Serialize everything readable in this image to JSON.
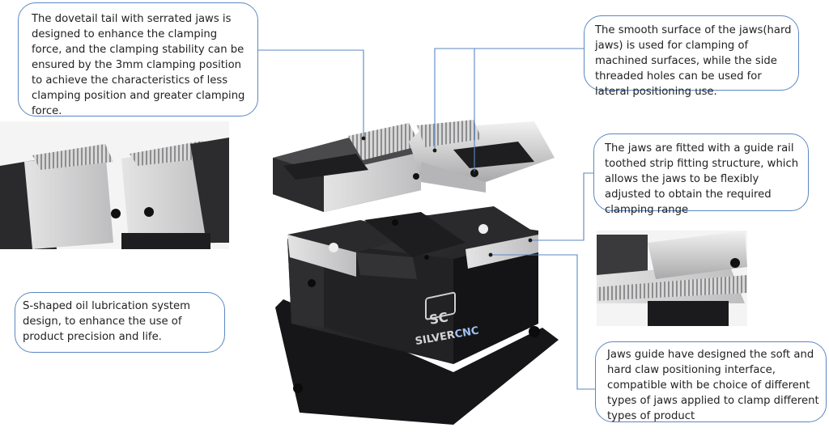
{
  "callouts": {
    "dovetail": "The dovetail tail with serrated jaws is designed to enhance the clamping force, and the clamping stability can be ensured by the 3mm clamping position to achieve the characteristics of less clamping position and greater clamping force.",
    "smooth_surface": "The smooth surface of the jaws(hard jaws) is used for clamping of machined surfaces, while the side threaded holes can be used for lateral positioning use.",
    "guide_rail": "The jaws are fitted with a guide rail toothed strip fitting structure, which allows the jaws to be flexibly adjusted to obtain the required clamping range",
    "lubrication": "S-shaped oil lubrication system design, to enhance the use of product precision and life.",
    "claw_interface": "Jaws guide have designed the soft and hard claw positioning interface, compatible with be choice of different types of jaws applied to clamp different types of product"
  },
  "brand": {
    "logo_mark": "SC",
    "name_silver": "SILVER",
    "name_cnc": "CNC"
  },
  "colors": {
    "callout_border": "#5b87c2",
    "leader_line": "#5b87c2",
    "vise_body": "#1f1f21",
    "jaw_metal": "#c9c9cb"
  }
}
